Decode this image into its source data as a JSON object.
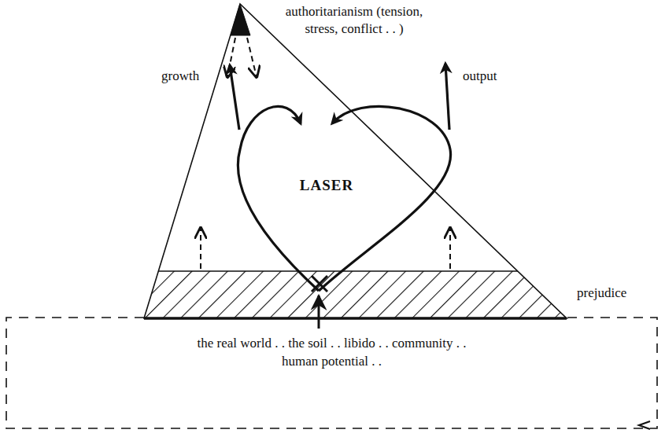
{
  "diagram": {
    "nodes": [
      {
        "text": [
          "LASER"
        ]
      },
      {
        "text": [
          "the real world . . the soil . . libido . . community . . human potential . ."
        ]
      }
    ],
    "edges": [
      {
        "from": 1,
        "to": 0,
        "arrow": "to"
      }
    ],
    "labels": [
      "authoritarianism (tension, stress, conflict . . )",
      "growth",
      "output",
      "prejudice"
    ]
  }
}
